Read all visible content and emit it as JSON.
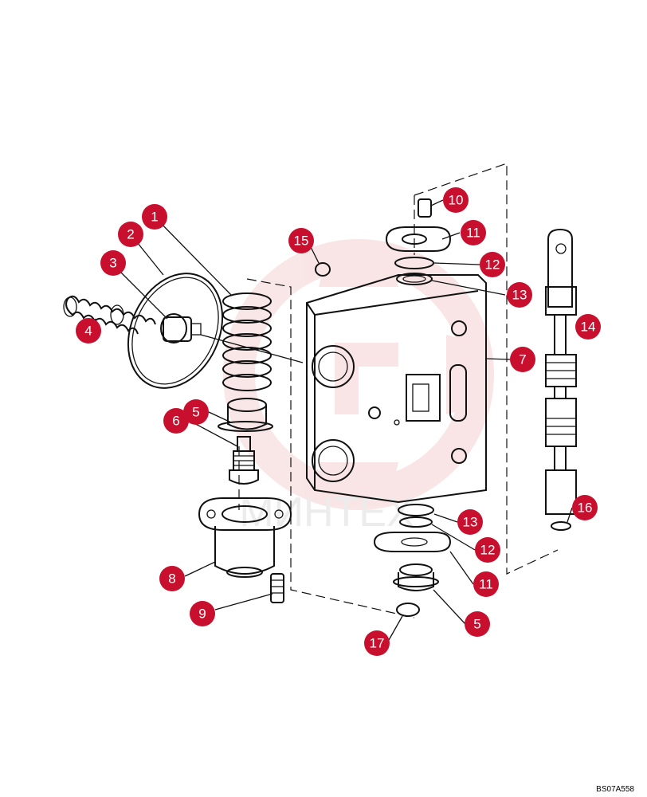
{
  "callouts": [
    "1",
    "2",
    "3",
    "4",
    "5",
    "6",
    "7",
    "8",
    "9",
    "10",
    "11",
    "12",
    "13",
    "14",
    "15",
    "16",
    "17"
  ],
  "reference_code": "BS07A558",
  "watermark_text": "МИНТЕХ",
  "colors": {
    "callout": "#c8102e",
    "watermark": "#f2c7c7",
    "ink": "#111111"
  }
}
